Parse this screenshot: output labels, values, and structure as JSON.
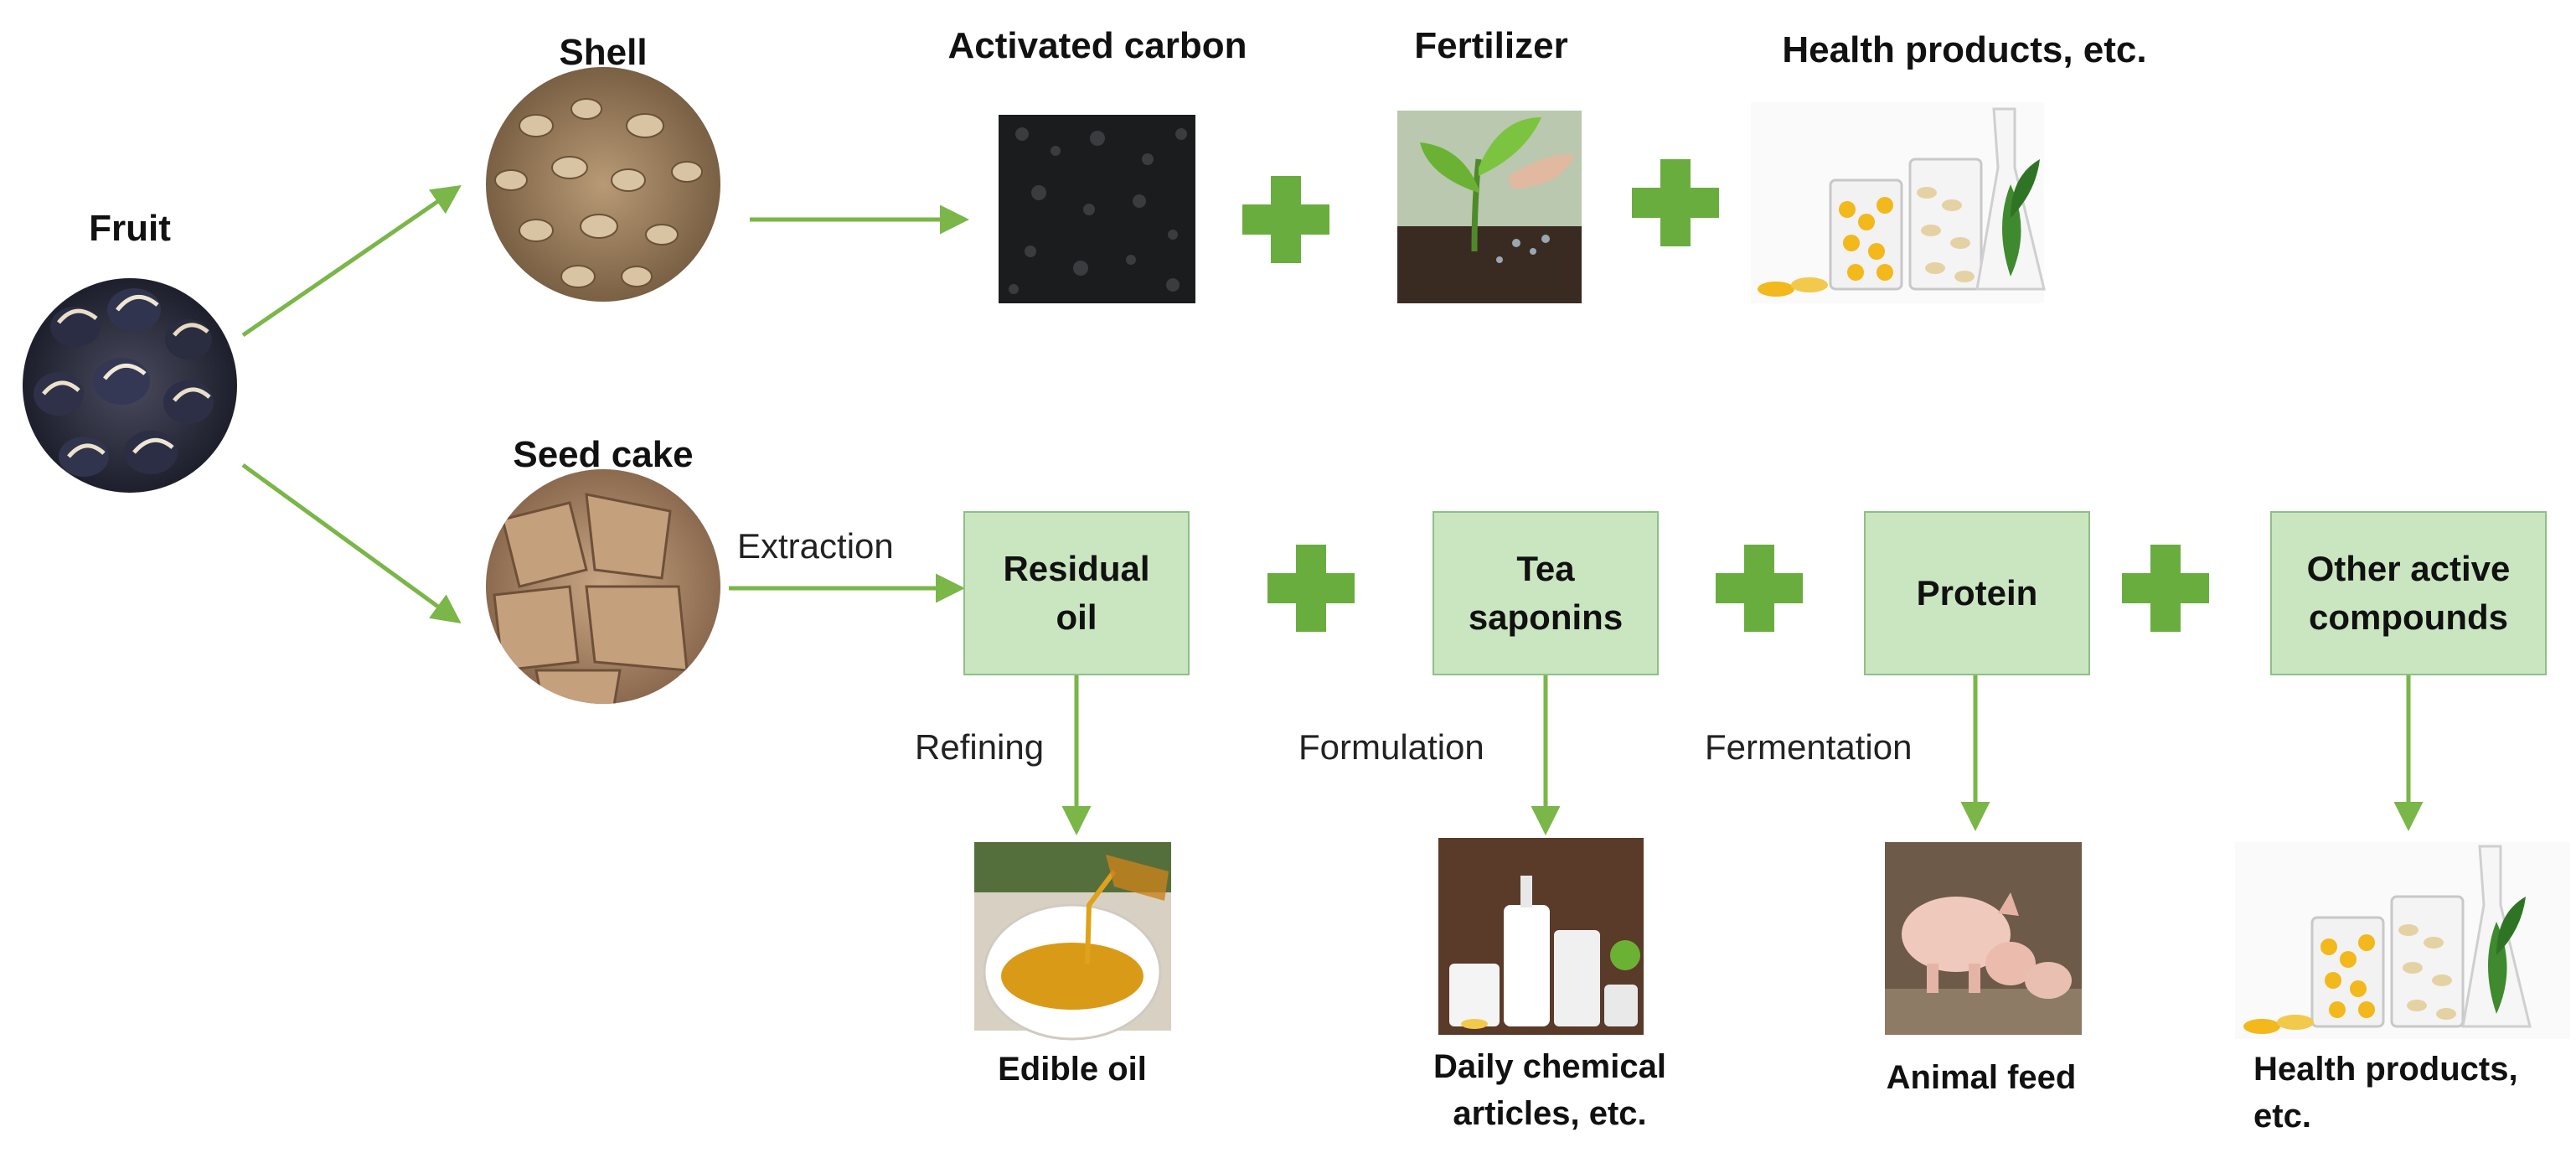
{
  "nodes": {
    "fruit": "Fruit",
    "shell": "Shell",
    "seed_cake": "Seed cake",
    "activated_carbon": "Activated carbon",
    "fertilizer": "Fertilizer",
    "health_top": "Health products, etc.",
    "residual_oil": "Residual\noil",
    "tea_saponins": "Tea\nsaponins",
    "protein": "Protein",
    "other_active": "Other active\ncompounds",
    "edible_oil": "Edible oil",
    "daily_chemical_1": "Daily chemical",
    "daily_chemical_2": "articles, etc.",
    "animal_feed": "Animal feed",
    "health_bottom_1": "Health products,",
    "health_bottom_2": "etc."
  },
  "edges": {
    "extraction": "Extraction",
    "refining": "Refining",
    "formulation": "Formulation",
    "fermentation": "Fermentation"
  },
  "colors": {
    "arrow": "#7ab648",
    "plus": "#6aad3f",
    "box_fill": "#c9e6c0",
    "box_border": "#8fbf86"
  },
  "icons": [
    "fruit-photo",
    "shell-photo",
    "seed-cake-photo",
    "activated-carbon-photo",
    "fertilizer-photo",
    "health-products-photo",
    "edible-oil-photo",
    "daily-chemical-photo",
    "animal-feed-photo",
    "plus-icon"
  ]
}
